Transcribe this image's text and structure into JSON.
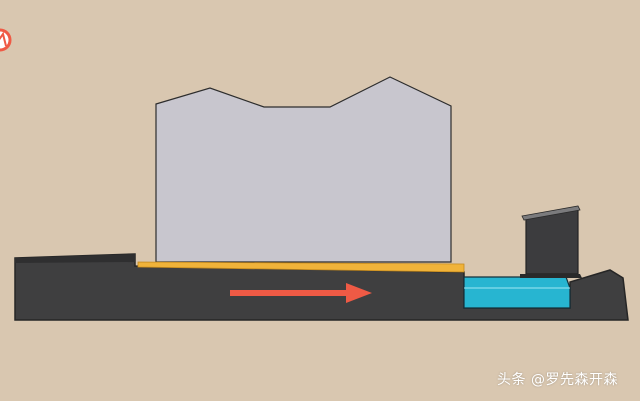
{
  "watermark": {
    "text": "头条 @罗先森开森"
  },
  "icons": {
    "logo": "red-circular-logo",
    "arrow": "right-arrow"
  },
  "colors": {
    "background": "#d9c7b0",
    "building": "#c8c6ce",
    "ground": "#3f3f40",
    "foundation_layer": "#f0b33a",
    "water": "#27b5d1",
    "arrow": "#ef5a45",
    "wall": "#3c3c3e"
  }
}
